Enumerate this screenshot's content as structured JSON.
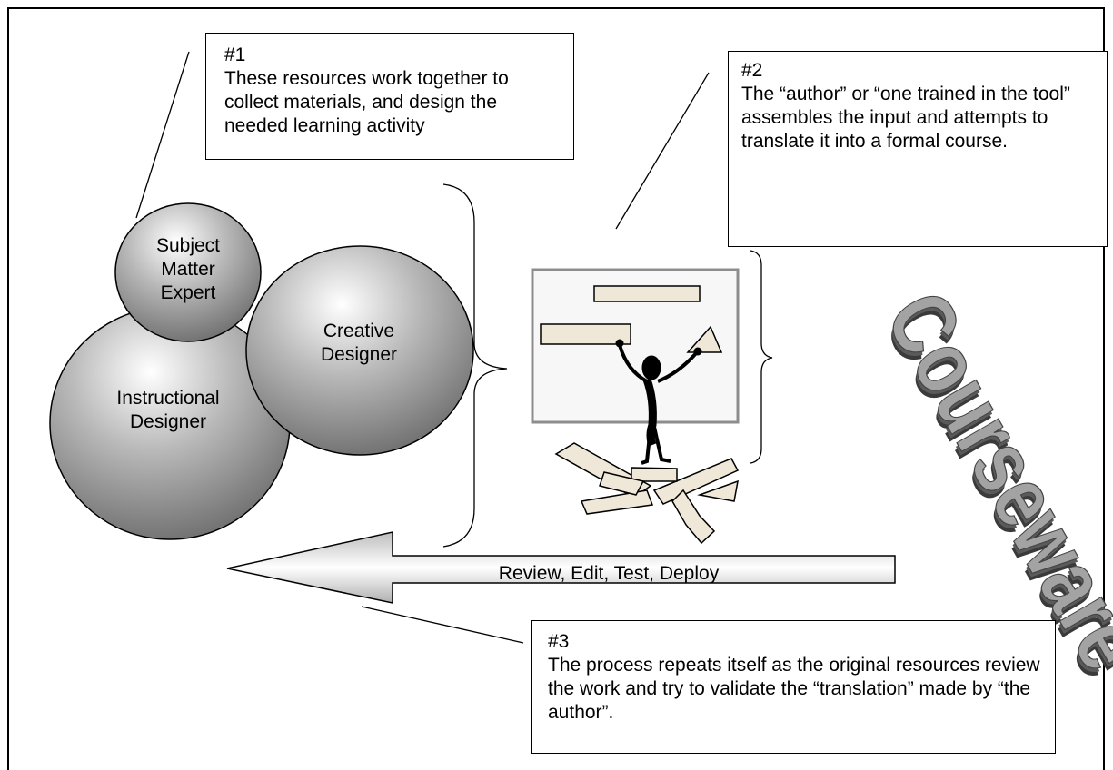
{
  "callouts": [
    {
      "number": "#1",
      "text": "These resources work together to collect materials, and design the needed learning activity"
    },
    {
      "number": "#2",
      "text": "The “author” or “one trained in the tool” assembles the input and attempts to translate it into a formal course."
    },
    {
      "number": "#3",
      "text": "The process repeats itself as the original resources review the work and try to validate the “translation” made by “the author”."
    }
  ],
  "roles": [
    {
      "label": "Subject\nMatter\nExpert"
    },
    {
      "label": "Creative\nDesigner"
    },
    {
      "label": "Instructional\nDesigner"
    }
  ],
  "arrow": {
    "label": "Review, Edit, Test, Deploy"
  },
  "wordart": {
    "text": "Courseware",
    "color": "#9a9a9a"
  }
}
